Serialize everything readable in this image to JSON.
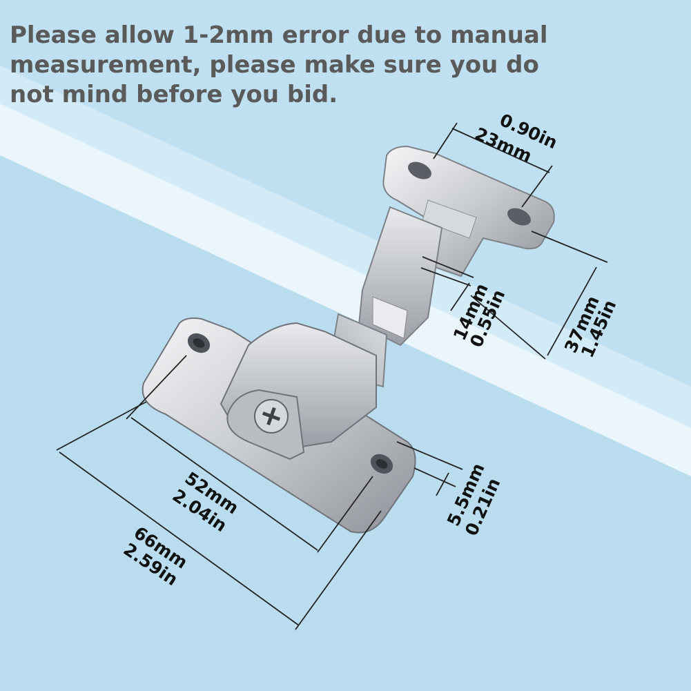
{
  "notice": {
    "line1": "Please allow 1-2mm error due to manual",
    "line2": "measurement, please make sure you do",
    "line3": "not mind before you bid."
  },
  "dimensions": {
    "top_width": {
      "mm": "23mm",
      "in": "0.90in"
    },
    "arm_height": {
      "mm": "37mm",
      "in": "1.45in"
    },
    "arm_offset": {
      "mm": "14mm",
      "in": "0.55in"
    },
    "hole_spacing": {
      "mm": "52mm",
      "in": "2.04in"
    },
    "plate_length": {
      "mm": "66mm",
      "in": "2.59in"
    },
    "plate_edge": {
      "mm": "5.5mm",
      "in": "0.21in"
    }
  },
  "colors": {
    "background": "#bfe0f0",
    "band": "#e6f4fb",
    "metal": "#c9ccd1",
    "text_gray": "#5a5a5a",
    "dimension_text": "#111111"
  }
}
